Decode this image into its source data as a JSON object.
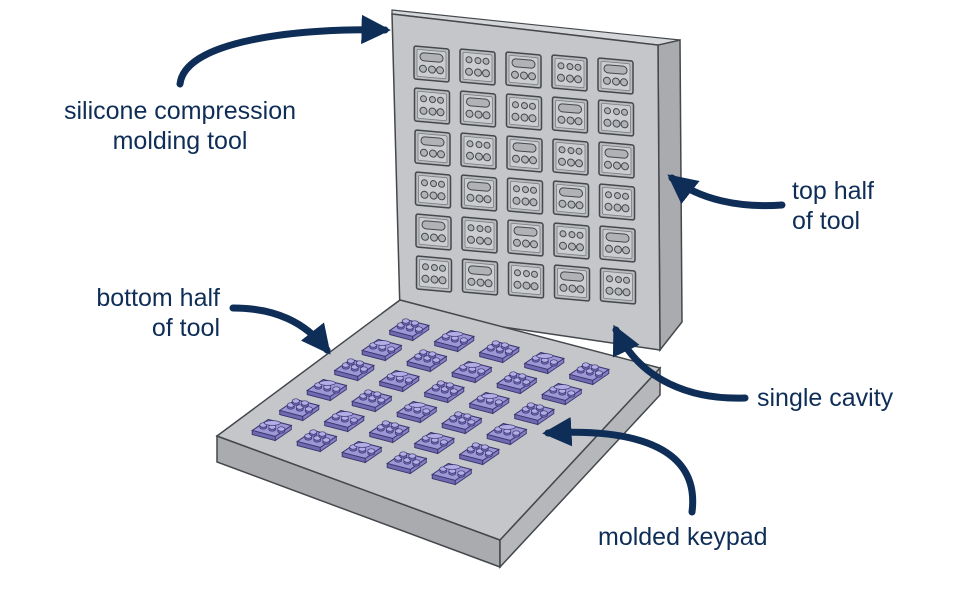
{
  "labels": {
    "silicone_tool": {
      "line1": "silicone compression",
      "line2": "molding tool"
    },
    "top_half": {
      "line1": "top half",
      "line2": "of tool"
    },
    "bottom_half": {
      "line1": "bottom half",
      "line2": "of tool"
    },
    "single_cavity": {
      "text": "single cavity"
    },
    "molded_keypad": {
      "text": "molded keypad"
    }
  },
  "colors": {
    "label_text": "#0f2e57",
    "arrow": "#0f2e57",
    "mold_face": "#c4c6c9",
    "mold_side": "#a9abae",
    "mold_edge": "#44474b",
    "keypad": "#9d97d6",
    "keypad_dark": "#6f69b0"
  },
  "grid": {
    "top_rows": 6,
    "top_cols": 5,
    "bottom_rows": 6,
    "bottom_cols": 5
  }
}
